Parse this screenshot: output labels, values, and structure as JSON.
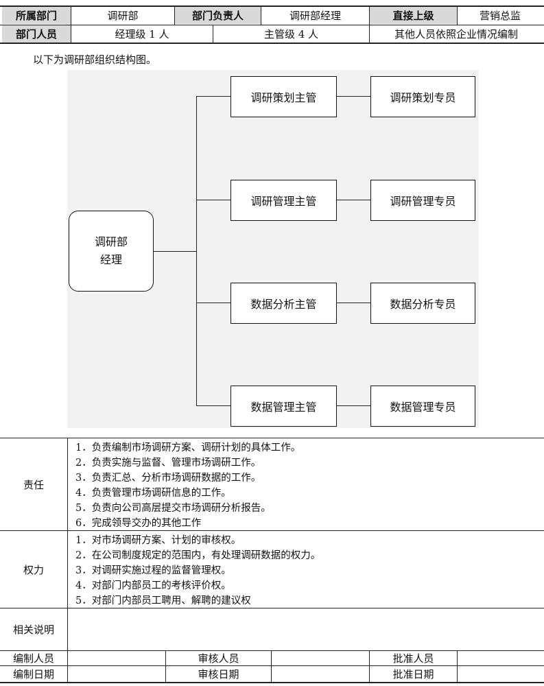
{
  "header": {
    "row1": {
      "dept_label": "所属部门",
      "dept_value": "调研部",
      "head_label": "部门负责人",
      "head_value": "调研部经理",
      "superior_label": "直接上级",
      "superior_value": "营销总监"
    },
    "row2": {
      "staff_label": "部门人员",
      "manager_count": "经理级 1 人",
      "supervisor_count": "主管级 4 人",
      "others": "其他人员依照企业情况编制"
    }
  },
  "intro": "以下为调研部组织结构图。",
  "org_chart": {
    "root": {
      "line1": "调研部",
      "line2": "经理"
    },
    "branches": [
      {
        "supervisor": "调研策划主管",
        "specialist": "调研策划专员"
      },
      {
        "supervisor": "调研管理主管",
        "specialist": "调研管理专员"
      },
      {
        "supervisor": "数据分析主管",
        "specialist": "数据分析专员"
      },
      {
        "supervisor": "数据管理主管",
        "specialist": "数据管理专员"
      }
    ]
  },
  "responsibilities": {
    "label": "责任",
    "items": [
      "1．负责编制市场调研方案、调研计划的具体工作。",
      "2．负责实施与监督、管理市场调研工作。",
      "3．负责汇总、分析市场调研数据的工作。",
      "4．负责管理市场调研信息的工作。",
      "5．负责向公司高层提交市场调研分析报告。",
      "6．完成领导交办的其他工作"
    ]
  },
  "authority": {
    "label": "权力",
    "items": [
      "1．对市场调研方案、计划的审核权。",
      "2．在公司制度规定的范围内，有处理调研数据的权力。",
      "3．对调研实施过程的监督管理权。",
      "4．对部门内部员工的考核评价权。",
      "5．对部门内部员工聘用、解聘的建议权"
    ]
  },
  "notes": {
    "label": "相关说明",
    "value": ""
  },
  "signoff": {
    "row1": {
      "prepared_by": "编制人员",
      "reviewed_by": "审核人员",
      "approved_by": "批准人员"
    },
    "row2": {
      "prepared_date": "编制日期",
      "reviewed_date": "审核日期",
      "approved_date": "批准日期"
    }
  }
}
